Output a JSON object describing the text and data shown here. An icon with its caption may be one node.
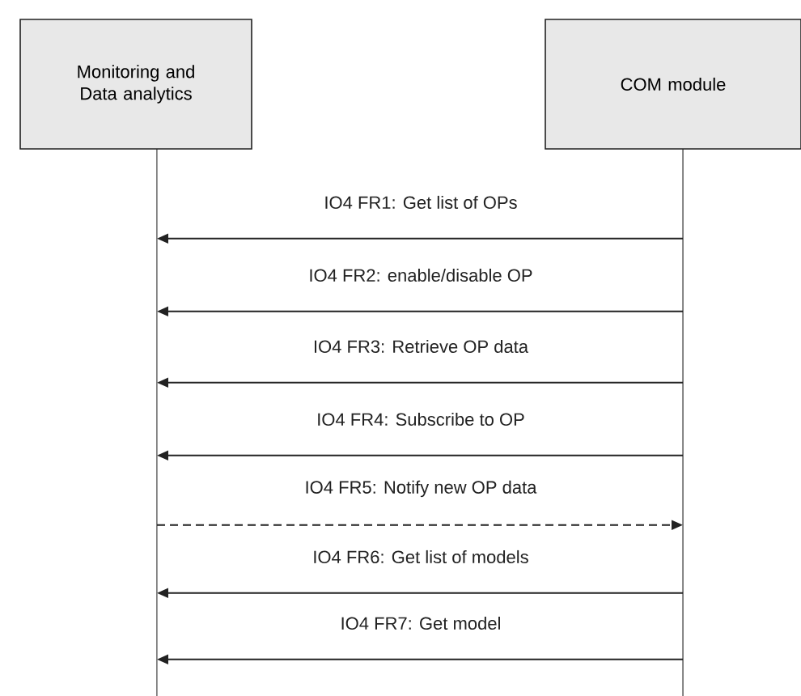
{
  "diagram": {
    "nodes": [
      {
        "text": [
          "Monitoring and Data analytics"
        ]
      },
      {
        "text": [
          "COM module"
        ]
      }
    ],
    "edges": [
      {
        "from": 1,
        "to": 0,
        "arrow": "to",
        "label": "IO4 FR1: Get list of OPs"
      },
      {
        "from": 1,
        "to": 0,
        "arrow": "to",
        "label": "IO4 FR2: enable/disable OP"
      },
      {
        "from": 1,
        "to": 0,
        "arrow": "to",
        "label": "IO4 FR3: Retrieve OP data"
      },
      {
        "from": 1,
        "to": 0,
        "arrow": "to",
        "label": "IO4 FR4: Subscribe to OP"
      },
      {
        "from": 0,
        "to": 1,
        "arrow": "to",
        "label": "IO4 FR5: Notify new OP data",
        "style": "dashed"
      },
      {
        "from": 1,
        "to": 0,
        "arrow": "to",
        "label": "IO4 FR6: Get list of models"
      },
      {
        "from": 1,
        "to": 0,
        "arrow": "to",
        "label": "IO4 FR7: Get model"
      }
    ]
  }
}
